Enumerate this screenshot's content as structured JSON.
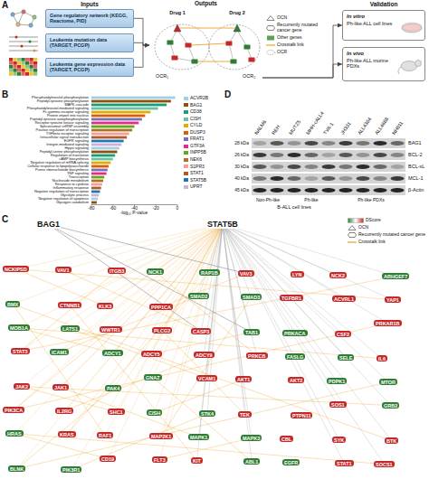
{
  "diagram": {
    "nodes": [
      {
        "text": [
          "Gene regulatory network (KEGG, Reactome, PID)"
        ]
      },
      {
        "text": [
          "Leukemia mutation data (TARGET, PCGP)"
        ]
      },
      {
        "text": [
          "Leukemia gene expression data (TARGET, PCGP)"
        ]
      },
      {
        "text": [
          "Outputs"
        ]
      },
      {
        "text": [
          "In vitro",
          "Ph-like ALL cell lines"
        ]
      },
      {
        "text": [
          "In vivo",
          "Ph-like ALL murine PDXs"
        ]
      }
    ],
    "edges": [
      {
        "from": 0,
        "to": 3,
        "arrow": "to"
      },
      {
        "from": 1,
        "to": 3,
        "arrow": "to"
      },
      {
        "from": 2,
        "to": 3,
        "arrow": "to"
      },
      {
        "from": 3,
        "to": 4,
        "arrow": "to"
      },
      {
        "from": 3,
        "to": 5,
        "arrow": "to"
      }
    ],
    "labels": [
      "A",
      "Inputs",
      "Drug 1",
      "Drug 2",
      "OCR₁",
      "OCR₂",
      "Validation",
      "B",
      "Phosphatidylinositol phosphorylation",
      "Peptidyl-tyrosine phosphorylation",
      "MAPK cascade",
      "Phosphatidylinositol-mediated signaling",
      "Fc-gamma receptor signaling",
      "Protein import into nucleus",
      "Peptidyl-tyrosine autophosphorylation",
      "Receptor tyrosine kinase signaling",
      "Spliceosomal snRNP assembly",
      "Positive regulation of transcription",
      "TGFbeta receptor signaling",
      "Intracellular signal transduction",
      "EGFR signaling",
      "Integrin-mediated signaling",
      "Hippo signaling",
      "Peptidyl-serine phosphorylation",
      "Regulation of translation",
      "cAMP biosynthesis",
      "Negative regulation of mRNA splicing",
      "Cellular response to lipopolysaccharide",
      "Purine ribonucleotide biosynthesis",
      "TNF signaling",
      "Transcription",
      "Nucleoside metabolism",
      "Response to cytokine",
      "Inflammatory response",
      "Negative regulation of transcription",
      "Glycolytic process",
      "Negative regulation of apoptosis",
      "Glycogen catabolism",
      "-80",
      "-60",
      "-40",
      "-20",
      "0",
      "-log₁₀ P-value",
      "D",
      "NALM6",
      "REH",
      "MUTZ5",
      "MHH-cALL4",
      "TVA-1",
      "JH331",
      "ALL4364",
      "ALL4688",
      "NH011",
      "BAG1",
      "BCL-2",
      "BCL-xL",
      "MCL-1",
      "β-Actin",
      "28 kDa",
      "26 kDa",
      "30 kDa",
      "40 kDa",
      "45 kDa",
      "Non-Ph-like",
      "Ph-like",
      "Ph-like PDXs",
      "B-ALL cell lines",
      "C",
      "BAG1",
      "STAT5B",
      "NCKIPSD",
      "VAV1",
      "ITGB3",
      "NCK1",
      "RAP1B",
      "VAV3",
      "LYN",
      "NCK2",
      "ARHGEF7",
      "BMX",
      "CTNNB1",
      "KLK3",
      "PPP1CA",
      "SMAD2",
      "SMAD3",
      "TGFBR1",
      "ACVRL1",
      "YAP1",
      "MOB1A",
      "LATS1",
      "WWTR1",
      "PLCG2",
      "CASP3",
      "TAB1",
      "PRKACA",
      "CSF2",
      "PRKAR1B",
      "STAT3",
      "ICAM1",
      "ADCY1",
      "ADCY5",
      "ADCY9",
      "PRKCB",
      "FASLG",
      "SELE",
      "IL6",
      "JAK2",
      "JAK1",
      "PAK4",
      "GNAZ",
      "VCAM1",
      "AKT1",
      "AKT2",
      "PDPK1",
      "MTOR",
      "PIK3CA",
      "IL2RG",
      "SHC1",
      "CISH",
      "STK4",
      "TEK",
      "PTPN11",
      "SOS1",
      "GRB2",
      "HRAS",
      "KRAS",
      "RAF1",
      "MAP2K1",
      "MAPK1",
      "MAPK3",
      "CBL",
      "SYK",
      "BTK",
      "BLNK",
      "PIK3R1",
      "CD19",
      "FLT3",
      "KIT",
      "ABL1",
      "EGFR",
      "STAT1",
      "SOCS1"
    ],
    "legend": [
      {
        "text": "OCN"
      },
      {
        "text": "Recurrently mutated cancer gene"
      },
      {
        "text": "Other genes"
      },
      {
        "text": "Crosstalk link"
      },
      {
        "text": "OCR"
      },
      {
        "text": "ACVR2B",
        "color": "#a6cee3"
      },
      {
        "text": "BAG1",
        "color": "#8c510a"
      },
      {
        "text": "CD38",
        "color": "#1b9e77"
      },
      {
        "text": "CISH",
        "color": "#66c2a5"
      },
      {
        "text": "CYLD",
        "color": "#e6ab02"
      },
      {
        "text": "DUSP3",
        "color": "#d95f02"
      },
      {
        "text": "FRAT1",
        "color": "#7570b3"
      },
      {
        "text": "GTF3A",
        "color": "#e7298a"
      },
      {
        "text": "INPP5B",
        "color": "#66a61e"
      },
      {
        "text": "NEK6",
        "color": "#a6761d"
      },
      {
        "text": "S1PR3",
        "color": "#fb9a99"
      },
      {
        "text": "STAT1",
        "color": "#b15928"
      },
      {
        "text": "STAT5B",
        "color": "#1f78b4"
      },
      {
        "text": "UPRT",
        "color": "#cab2d6"
      },
      {
        "text": "DScore"
      },
      {
        "text": "OCN"
      },
      {
        "text": "Recurrently mutated cancer gene"
      },
      {
        "text": "Crosstalk link"
      }
    ]
  }
}
